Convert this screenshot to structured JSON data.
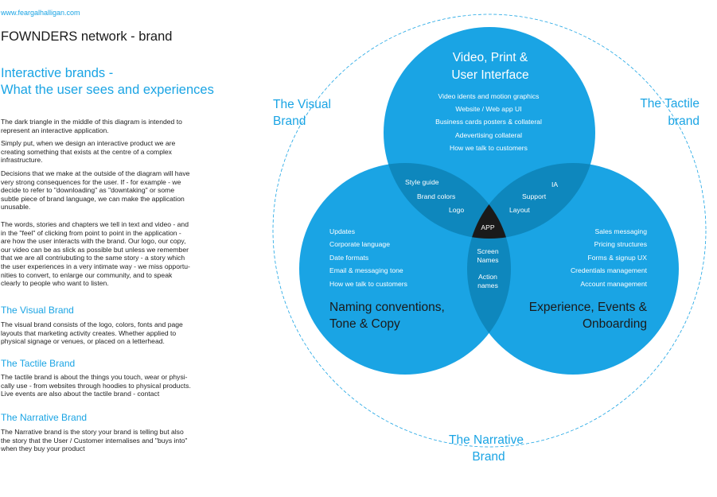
{
  "header": {
    "url": "www.feargalhalligan.com",
    "title": "FOWNDERS network - brand"
  },
  "intro": {
    "heading_line1": "Interactive brands -",
    "heading_line2": "What the user sees and experiences",
    "p1_l1": "The dark triangle in the middle of this diagram is intended to",
    "p1_l2": "represent an interactive application.",
    "p2_l1": "Simply put, when we design an interactive product we are",
    "p2_l2": "creating something that exists at the centre of a complex",
    "p2_l3": "infrastructure.",
    "p3_l1": "Decisions that we make at the outside of the diagram will have",
    "p3_l2": "very strong consequences for the user. If - for example - we",
    "p3_l3": "decide to refer to \"downloading\" as \"downtaking\" or some",
    "p3_l4": "subtle piece of brand language, we can make the application",
    "p3_l5": "unusable.",
    "p4_l1": "The words, stories and chapters we tell in text and video - and",
    "p4_l2": "in the \"feel\" of clicking from point to point in the application -",
    "p4_l3": "are how the user interacts with the brand. Our logo, our copy,",
    "p4_l4": "our video can be as slick as possible but unless we remember",
    "p4_l5": "that we are all contriubuting to the same story - a story which",
    "p4_l6": "the user experiences in a very intimate way - we miss opportu-",
    "p4_l7": "nities to convert, to enlarge our community, and to speak",
    "p4_l8": "clearly to people who want to listen."
  },
  "visual_section": {
    "title": "The Visual Brand",
    "l1": "The visual brand consists of the logo, colors, fonts and page",
    "l2": "layouts that marketing activity creates. Whether applied to",
    "l3": "physical signage or venues, or placed on a letterhead."
  },
  "tactile_section": {
    "title": "The Tactile Brand",
    "l1": "The tactile brand is about the things you touch, wear or physi-",
    "l2": "cally use - from websites through hoodies to physical products.",
    "l3": "Live events are also about the tactile brand - contact"
  },
  "narrative_section": {
    "title": "The Narrative Brand",
    "l1": "The Narrative brand is the story your brand is telling but also",
    "l2": "the story that the User / Customer internalises and \"buys into\"",
    "l3": "when they buy your product"
  },
  "diagram": {
    "colors": {
      "circle": "#1aa4e4",
      "overlap": "#0e87bd",
      "center": "#1a1a1a",
      "ring": "#1aa4e4"
    },
    "outer_labels": {
      "visual_l1": "The Visual",
      "visual_l2": "Brand",
      "tactile_l1": "The Tactile",
      "tactile_l2": "brand",
      "narrative_l1": "The Narrative",
      "narrative_l2": "Brand"
    },
    "top_circle": {
      "title_l1": "Video, Print &",
      "title_l2": "User Interface",
      "items": [
        "Video idents and motion graphics",
        "Website / Web app UI",
        "Business cards posters & collateral",
        "Adevertising collateral",
        "How we talk to customers"
      ]
    },
    "left_circle": {
      "title_l1": "Naming conventions,",
      "title_l2": "Tone & Copy",
      "items": [
        "Updates",
        "Corporate language",
        "Date formats",
        "Email & messaging tone",
        "How we talk to customers"
      ]
    },
    "right_circle": {
      "title_l1": "Experience, Events &",
      "title_l2": "Onboarding",
      "items": [
        "Sales messaging",
        "Pricing structures",
        "Forms & signup UX",
        "Credentials management",
        "Account management"
      ]
    },
    "overlap_top_left": [
      "Style guide",
      "Brand colors",
      "Logo"
    ],
    "overlap_top_right": [
      "IA",
      "Support",
      "Layout"
    ],
    "overlap_bottom": {
      "a_l1": "Screen",
      "a_l2": "Names",
      "b_l1": "Action",
      "b_l2": "names"
    },
    "center": "APP"
  }
}
